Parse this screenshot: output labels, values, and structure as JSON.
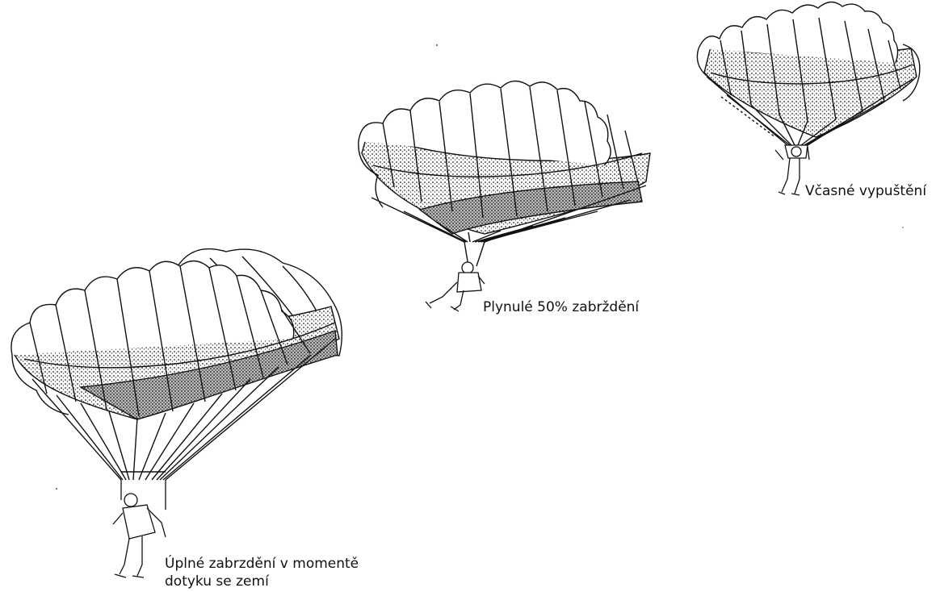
{
  "labels": {
    "early_release": "Včasné vypuštění",
    "half_brake": "Plynulé 50% zabrždění",
    "full_brake_line1": "Úplné zabrzdění v momentě",
    "full_brake_line2": "dotyku se zemí"
  },
  "stages": [
    {
      "name": "early-release",
      "brake_percent": 0
    },
    {
      "name": "half-brake",
      "brake_percent": 50
    },
    {
      "name": "full-brake",
      "brake_percent": 100
    }
  ],
  "colors": {
    "ink": "#111111",
    "shade": "#9a9a9a",
    "paper": "#ffffff"
  }
}
